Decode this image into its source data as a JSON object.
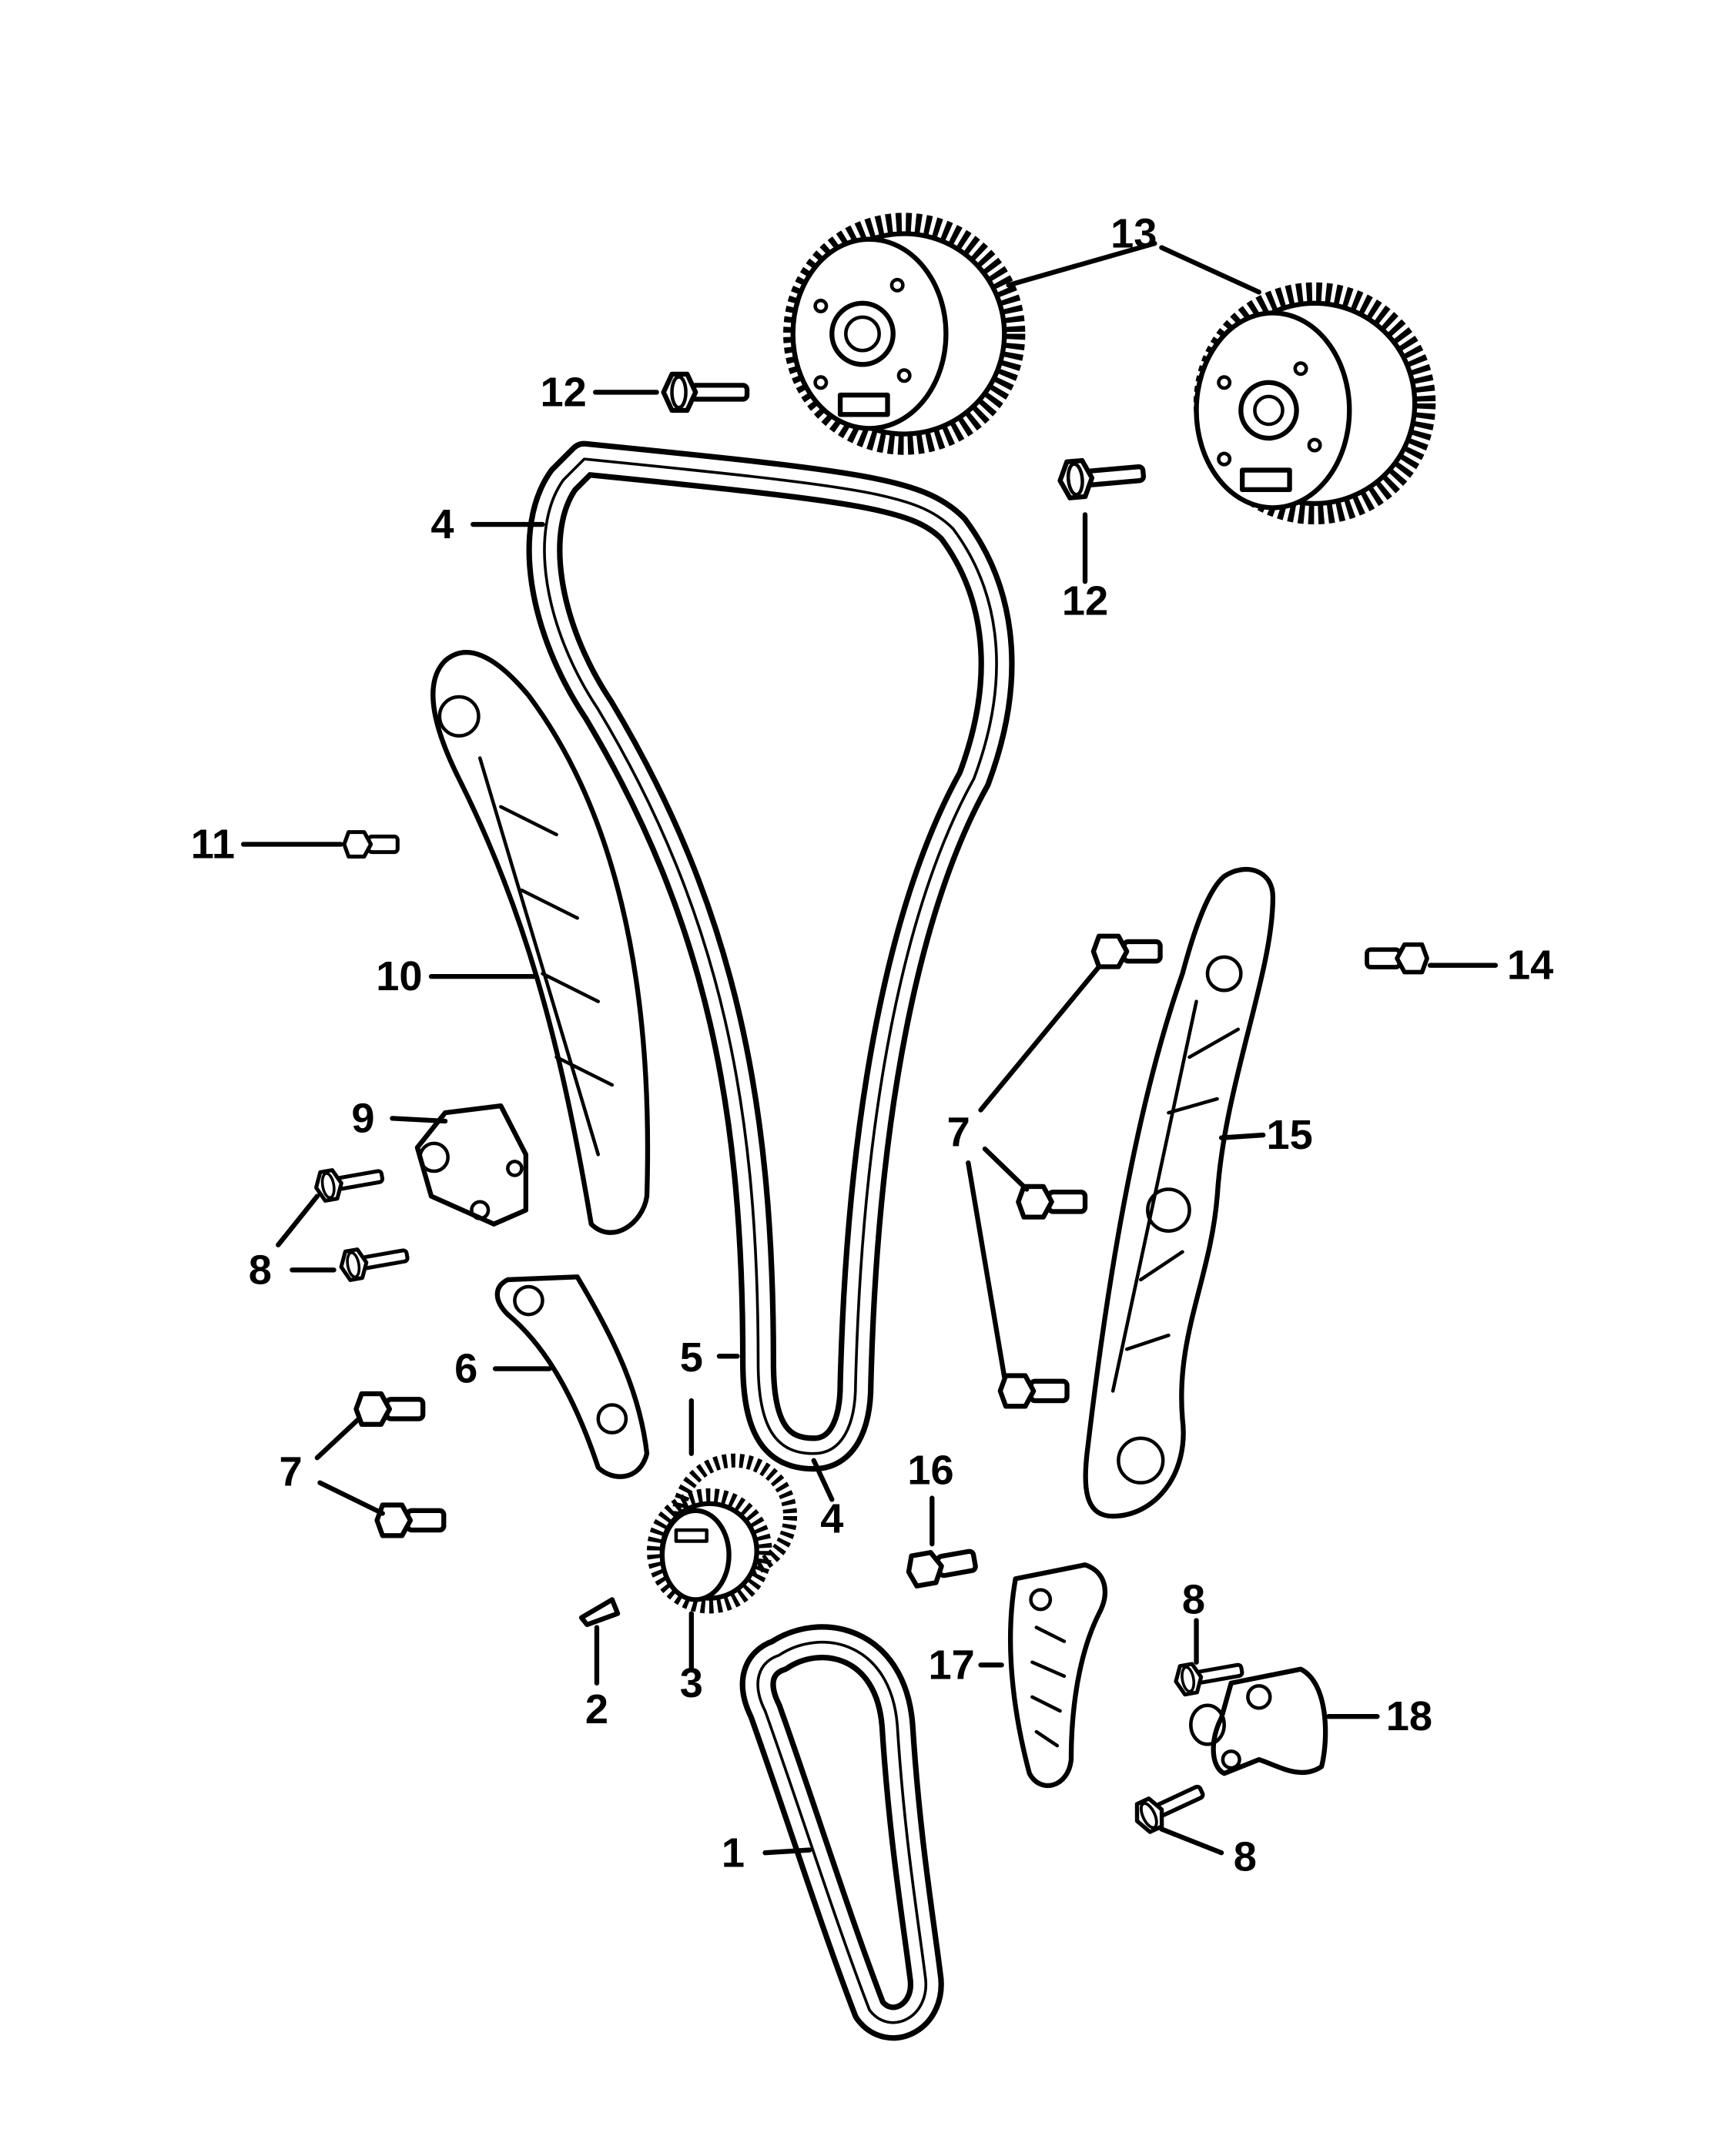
{
  "callouts": [
    {
      "id": "c13",
      "text": "13"
    },
    {
      "id": "c12a",
      "text": "12"
    },
    {
      "id": "c12b",
      "text": "12"
    },
    {
      "id": "c4a",
      "text": "4"
    },
    {
      "id": "c4b",
      "text": "4"
    },
    {
      "id": "c11",
      "text": "11"
    },
    {
      "id": "c10",
      "text": "10"
    },
    {
      "id": "c9",
      "text": "9"
    },
    {
      "id": "c8a",
      "text": "8"
    },
    {
      "id": "c8b",
      "text": "8"
    },
    {
      "id": "c8c",
      "text": "8"
    },
    {
      "id": "c6",
      "text": "6"
    },
    {
      "id": "c7a",
      "text": "7"
    },
    {
      "id": "c7b",
      "text": "7"
    },
    {
      "id": "c5",
      "text": "5"
    },
    {
      "id": "c3",
      "text": "3"
    },
    {
      "id": "c2",
      "text": "2"
    },
    {
      "id": "c1",
      "text": "1"
    },
    {
      "id": "c14",
      "text": "14"
    },
    {
      "id": "c15",
      "text": "15"
    },
    {
      "id": "c16",
      "text": "16"
    },
    {
      "id": "c17",
      "text": "17"
    },
    {
      "id": "c18",
      "text": "18"
    }
  ]
}
